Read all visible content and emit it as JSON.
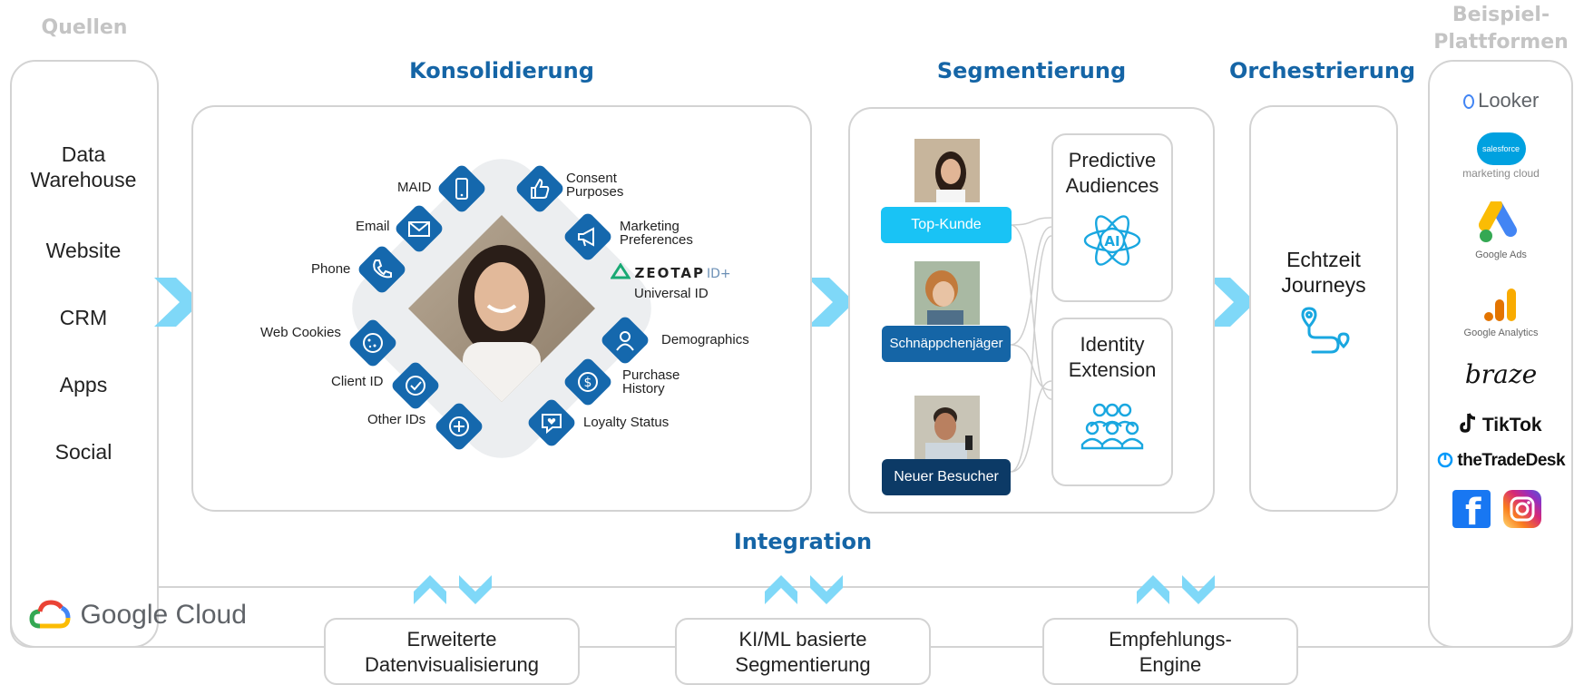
{
  "headers": {
    "quellen": "Quellen",
    "beispiel": "Beispiel-\nPlattformen",
    "konsolidierung": "Konsolidierung",
    "segmentierung": "Segmentierung",
    "orchestrierung": "Orchestrierung",
    "integration": "Integration"
  },
  "sources": [
    "Data\nWarehouse",
    "Website",
    "CRM",
    "Apps",
    "Social"
  ],
  "identifiers": {
    "maid": "MAID",
    "email": "Email",
    "phone": "Phone",
    "web_cookies": "Web Cookies",
    "client_id": "Client ID",
    "other_ids": "Other IDs",
    "consent": "Consent\nPurposes",
    "marketing": "Marketing\nPreferences",
    "zeotap_brand": "ZEOTAP",
    "zeotap_suffix": "ID+",
    "universal_id": "Universal ID",
    "demographics": "Demographics",
    "purchase_history": "Purchase\nHistory",
    "loyalty_status": "Loyalty Status"
  },
  "segments": [
    {
      "label": "Top-Kunde",
      "color": "#19c3f5"
    },
    {
      "label": "Schnäppchenjäger",
      "color": "#1565a6"
    },
    {
      "label": "Neuer Besucher",
      "color": "#0c3a66"
    }
  ],
  "features": {
    "predictive": "Predictive\nAudiences",
    "ai_badge": "AI",
    "identity": "Identity\nExtension"
  },
  "orchestration": {
    "label": "Echtzeit\nJourneys"
  },
  "bottom": {
    "viz": "Erweiterte\nDatenvisualisierung",
    "kiml": "KI/ML basierte\nSegmentierung",
    "engine": "Empfehlungs-\nEngine"
  },
  "google_cloud": "Google Cloud",
  "platforms": {
    "looker": "Looker",
    "salesforce_badge": "salesforce",
    "salesforce_sub": "marketing cloud",
    "google_ads": "Google Ads",
    "google_analytics": "Google Analytics",
    "braze": "braze",
    "tiktok": "TikTok",
    "tradedesk": "theTradeDesk",
    "facebook": "f"
  },
  "colors": {
    "accent": "#1565a6",
    "arrow": "#7fd8f8",
    "icon_bg": "#1568ad",
    "border": "#d3d3d3"
  }
}
